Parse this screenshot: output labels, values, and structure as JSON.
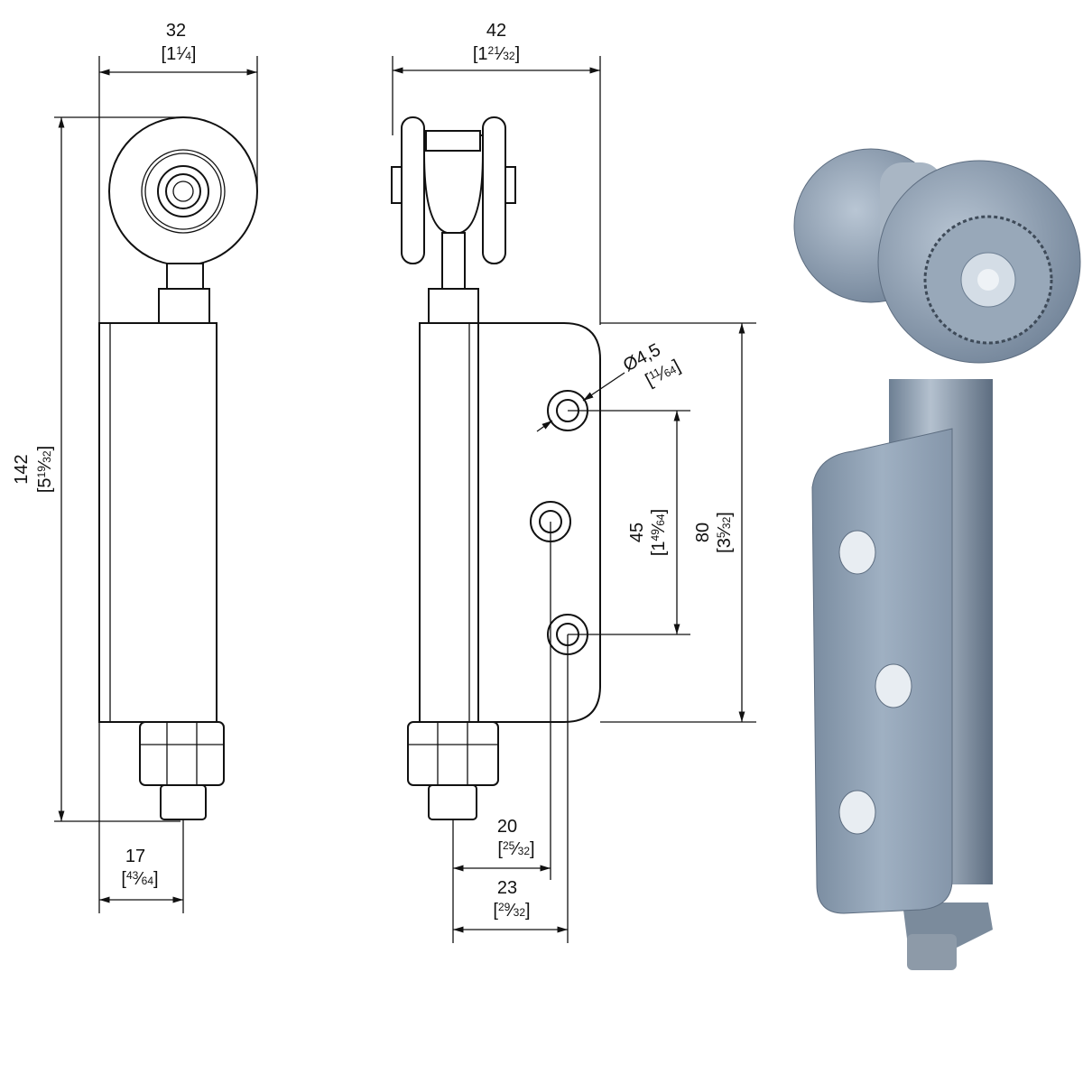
{
  "title": "Sliding door roller hanger – dimensional drawing",
  "dimensions": {
    "front_width": {
      "mm": "32",
      "inch_whole": "[1",
      "inch_num": "1",
      "inch_den": "4",
      "close": "]"
    },
    "side_width": {
      "mm": "42",
      "inch_whole": "[1",
      "inch_num": "21",
      "inch_den": "32",
      "close": "]"
    },
    "total_height": {
      "mm": "142",
      "inch_whole": "[5",
      "inch_num": "19",
      "inch_den": "32",
      "close": "]"
    },
    "bolt_offset": {
      "mm": "17",
      "inch_whole": "[",
      "inch_num": "43",
      "inch_den": "64",
      "close": "]"
    },
    "hole_diameter": {
      "mm": "Ø4,5",
      "inch_whole": "[",
      "inch_num": "11",
      "inch_den": "64",
      "close": "]"
    },
    "hole_spacing": {
      "mm": "45",
      "inch_whole": "[1",
      "inch_num": "49",
      "inch_den": "64",
      "close": "]"
    },
    "plate_height": {
      "mm": "80",
      "inch_whole": "[3",
      "inch_num": "5",
      "inch_den": "32",
      "close": "]"
    },
    "hole_offset_middle": {
      "mm": "20",
      "inch_whole": "[",
      "inch_num": "25",
      "inch_den": "32",
      "close": "]"
    },
    "hole_offset_outer": {
      "mm": "23",
      "inch_whole": "[",
      "inch_num": "29",
      "inch_den": "32",
      "close": "]"
    }
  },
  "colors": {
    "line": "#111111",
    "metal": "#8e9fb2"
  }
}
